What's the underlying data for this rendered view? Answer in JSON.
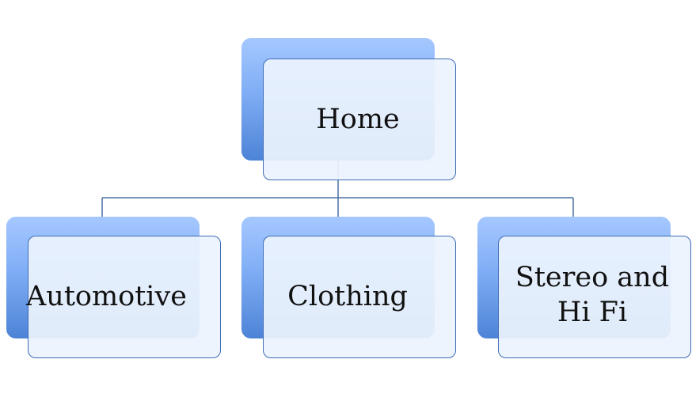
{
  "diagram": {
    "root": {
      "label": "Home"
    },
    "children": [
      {
        "label": "Automotive"
      },
      {
        "label": "Clothing"
      },
      {
        "label": "Stereo and\nHi Fi"
      }
    ]
  },
  "colors": {
    "connector": "#4a6fa5",
    "box_border": "#3e6cb5",
    "box_fill": "#ecf3fd",
    "shadow_top": "#a6c8ff",
    "shadow_bottom": "#4d83d6"
  }
}
